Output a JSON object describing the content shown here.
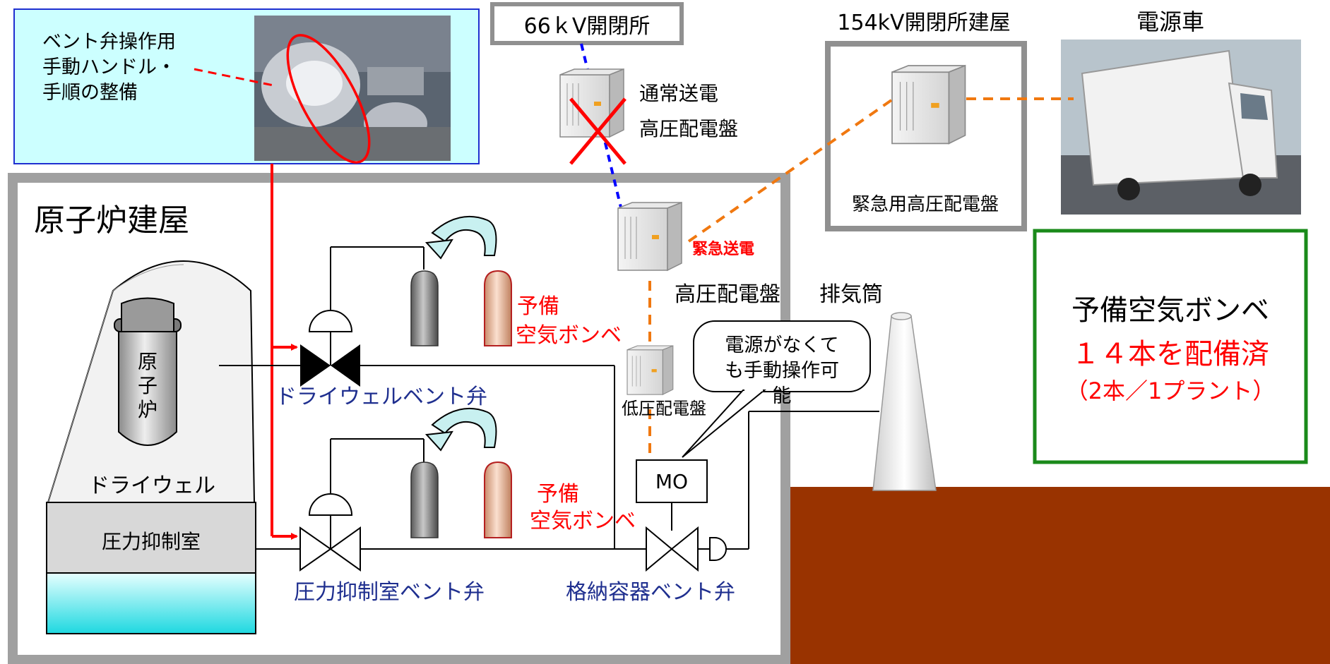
{
  "photo_panel": {
    "caption_line1": "ベント弁操作用",
    "caption_line2": "手動ハンドル・",
    "caption_line3": "手順の整備"
  },
  "substation_66kv": {
    "label": "66ｋV開閉所"
  },
  "normal_panel": {
    "label_line1": "通常送電",
    "label_line2": "高圧配電盤"
  },
  "building_154kv": {
    "title": "154kV開閉所建屋",
    "panel_label": "緊急用高圧配電盤"
  },
  "power_truck": {
    "label": "電源車"
  },
  "reactor_building": {
    "title": "原子炉建屋"
  },
  "emergency_power": {
    "label": "緊急送電"
  },
  "hv_panel": {
    "label": "高圧配電盤"
  },
  "stack": {
    "label": "排気筒"
  },
  "lv_panel": {
    "label": "低圧配電盤"
  },
  "reactor": {
    "label": [
      "原",
      "子",
      "炉"
    ]
  },
  "drywell": {
    "label": "ドライウェル"
  },
  "suppression_chamber": {
    "label": "圧力抑制室"
  },
  "drywell_vent_valve": {
    "label": "ドライウェルベント弁"
  },
  "suppression_vent_valve": {
    "label": "圧力抑制室ベント弁"
  },
  "containment_vent_valve": {
    "label": "格納容器ベント弁",
    "motor_label": "MO"
  },
  "air_cylinder_1": {
    "label_line1": "予備",
    "label_line2": "空気ボンベ"
  },
  "air_cylinder_2": {
    "label_line1": "予備",
    "label_line2": "空気ボンベ"
  },
  "callout": {
    "line1": "電源がなくて",
    "line2": "も手動操作可",
    "line3": "能"
  },
  "info_box": {
    "title": "予備空気ボンベ",
    "count": "１４本を配備済",
    "note": "（2本／1プラント）"
  },
  "colors": {
    "red": "#ff0000",
    "blue_line": "#0000ff",
    "orange_line": "#f07810",
    "green_border": "#1a8a1a",
    "ground": "#993300",
    "building_border": "#a0a0a0",
    "navy_text": "#1f2f8f"
  }
}
